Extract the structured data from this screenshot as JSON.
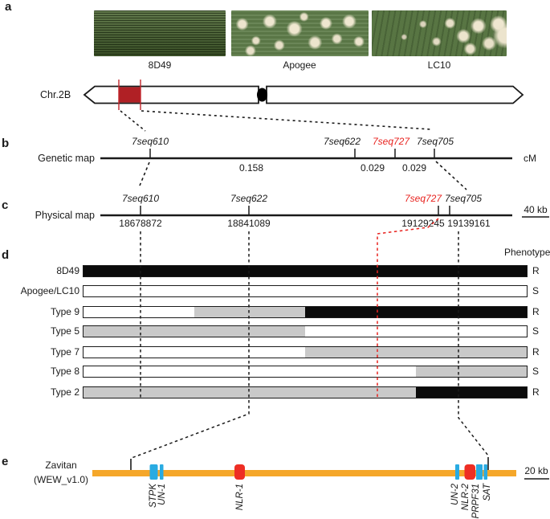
{
  "panels": {
    "a": "a",
    "b": "b",
    "c": "c",
    "d": "d",
    "e": "e"
  },
  "photos": {
    "labels": [
      "8D49",
      "Apogee",
      "LC10"
    ]
  },
  "chromosome": {
    "label": "Chr.2B"
  },
  "genetic_map": {
    "title": "Genetic map",
    "unit": "cM",
    "markers": [
      {
        "name": "7seq610"
      },
      {
        "name": "7seq622"
      },
      {
        "name": "7seq727"
      },
      {
        "name": "7seq705"
      }
    ],
    "distances": [
      "0.158",
      "0.029",
      "0.029"
    ]
  },
  "physical_map": {
    "title": "Physical map",
    "scale_label": "40 kb",
    "markers": [
      {
        "name": "7seq610",
        "position": "18678872"
      },
      {
        "name": "7seq622",
        "position": "18841089"
      },
      {
        "name": "7seq727",
        "position": "19129245"
      },
      {
        "name": "7seq705",
        "position": "19139161"
      }
    ]
  },
  "haplotypes": {
    "phenotype_header": "Phenotype",
    "rows": [
      {
        "label": "8D49",
        "phenotype": "R",
        "segments": [
          {
            "c": "black",
            "from": 0,
            "to": 100
          }
        ]
      },
      {
        "label": "Apogee/LC10",
        "phenotype": "S",
        "segments": [
          {
            "c": "white",
            "from": 0,
            "to": 100
          }
        ]
      },
      {
        "label": "Type 9",
        "phenotype": "R",
        "segments": [
          {
            "c": "white",
            "from": 0,
            "to": 25
          },
          {
            "c": "gray",
            "from": 25,
            "to": 50
          },
          {
            "c": "black",
            "from": 50,
            "to": 100
          }
        ]
      },
      {
        "label": "Type 5",
        "phenotype": "S",
        "segments": [
          {
            "c": "gray",
            "from": 0,
            "to": 50
          },
          {
            "c": "white",
            "from": 50,
            "to": 100
          }
        ]
      },
      {
        "label": "Type 7",
        "phenotype": "R",
        "segments": [
          {
            "c": "white",
            "from": 0,
            "to": 50
          },
          {
            "c": "gray",
            "from": 50,
            "to": 100
          }
        ]
      },
      {
        "label": "Type 8",
        "phenotype": "S",
        "segments": [
          {
            "c": "white",
            "from": 0,
            "to": 75
          },
          {
            "c": "gray",
            "from": 75,
            "to": 100
          }
        ]
      },
      {
        "label": "Type 2",
        "phenotype": "R",
        "segments": [
          {
            "c": "gray",
            "from": 0,
            "to": 75
          },
          {
            "c": "black",
            "from": 75,
            "to": 100
          }
        ]
      }
    ]
  },
  "zavitan": {
    "name": "Zavitan",
    "assembly": "(WEW_v1.0)",
    "scale_label": "20 kb",
    "genes": [
      {
        "name": "STPK",
        "color": "blue"
      },
      {
        "name": "UN-1",
        "color": "blue"
      },
      {
        "name": "NLR-1",
        "color": "red"
      },
      {
        "name": "UN-2",
        "color": "blue"
      },
      {
        "name": "NLR-2",
        "color": "red"
      },
      {
        "name": "PRPF31",
        "color": "blue"
      },
      {
        "name": "SAT",
        "color": "blue"
      }
    ]
  },
  "colors": {
    "highlight_red": "#e8231f",
    "chromosome_region_red": "#b02025",
    "gene_blue": "#29abe2",
    "gene_red": "#ee2e24",
    "zavitan_orange": "#f5a72a",
    "haplotype_gray": "#c9c9c9"
  }
}
